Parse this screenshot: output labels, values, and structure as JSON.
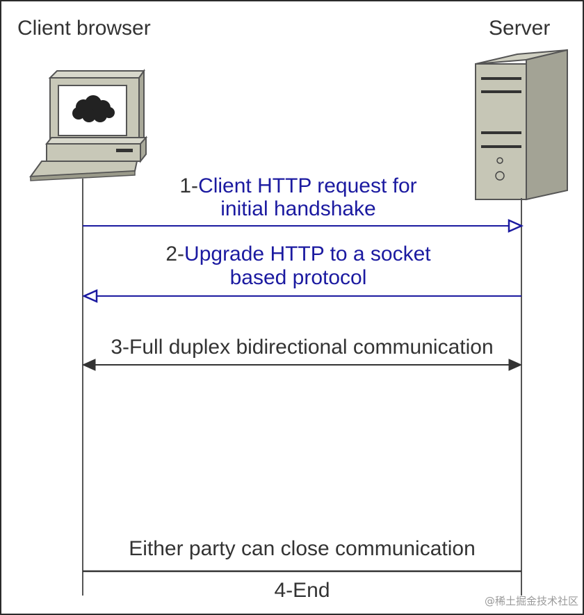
{
  "participants": {
    "client": "Client browser",
    "server": "Server"
  },
  "messages": [
    {
      "step": "1-",
      "line1": "Client HTTP request for",
      "line2": "initial handshake",
      "direction": "client-to-server",
      "color": "#1b1aa0"
    },
    {
      "step": "2-",
      "line1": "Upgrade HTTP to a socket",
      "line2": "based protocol",
      "direction": "server-to-client",
      "color": "#1b1aa0"
    },
    {
      "text": "3-Full duplex bidirectional communication",
      "direction": "bidirectional",
      "color": "#333333"
    }
  ],
  "closing": {
    "note": "Either party can close communication",
    "end_label": "4-End"
  },
  "watermark": "@稀土掘金技术社区",
  "icons": {
    "client": "desktop-computer-icon",
    "server": "server-tower-icon"
  }
}
